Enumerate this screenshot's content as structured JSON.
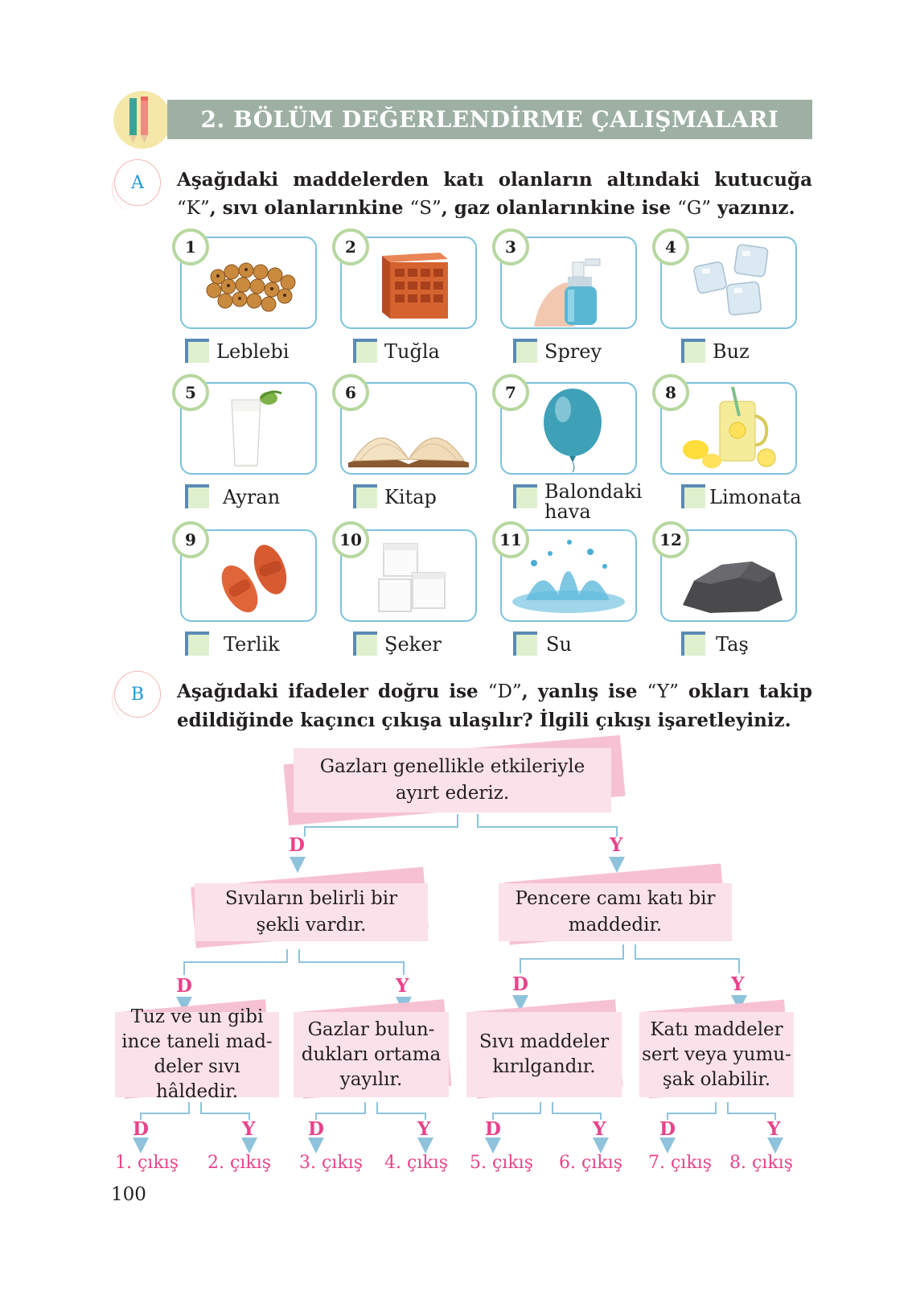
{
  "header": {
    "title": "2. BÖLÜM DEĞERLENDİRME ÇALIŞMALARI",
    "icon": "pencils-icon"
  },
  "section_a": {
    "letter": "A",
    "instruction_parts": [
      "Aşağıdaki maddelerden katı olanların altındaki kutucuğa ",
      "“K”",
      ", sıvı olanlarınkine ",
      "“S”",
      ", gaz olanlarınkine ise ",
      "“G”",
      " yazınız."
    ],
    "items": [
      {
        "number": "1",
        "label": "Leblebi",
        "image": "roasted-chickpeas-image"
      },
      {
        "number": "2",
        "label": "Tuğla",
        "image": "brick-image"
      },
      {
        "number": "3",
        "label": "Sprey",
        "image": "spray-bottle-image"
      },
      {
        "number": "4",
        "label": "Buz",
        "image": "ice-cubes-image"
      },
      {
        "number": "5",
        "label": "Ayran",
        "image": "ayran-glass-image"
      },
      {
        "number": "6",
        "label": "Kitap",
        "image": "open-book-image"
      },
      {
        "number": "7",
        "label": "Balondaki hava",
        "label_line1": "Balondaki",
        "label_line2": "hava",
        "image": "balloon-image"
      },
      {
        "number": "8",
        "label": "Limonata",
        "image": "lemonade-image"
      },
      {
        "number": "9",
        "label": "Terlik",
        "image": "slippers-image"
      },
      {
        "number": "10",
        "label": "Şeker",
        "image": "sugar-cubes-image"
      },
      {
        "number": "11",
        "label": "Su",
        "image": "water-splash-image"
      },
      {
        "number": "12",
        "label": "Taş",
        "image": "stone-image"
      }
    ]
  },
  "section_b": {
    "letter": "B",
    "instruction_parts": [
      "Aşağıdaki ifadeler doğru ise ",
      "“D”",
      ", yanlış ise ",
      "“Y”",
      " okları takip edildiğinde kaçıncı çıkışa ulaşılır? İlgili çıkışı işaretleyiniz."
    ],
    "tree": {
      "root": "Gazları genellikle etkileriyle ayırt ederiz.",
      "level2": [
        "Sıvıların belirli bir şekli vardır.",
        "Pencere camı katı bir maddedir."
      ],
      "level3": [
        "Tuz ve un gibi ince taneli maddeler sıvı hâldedir.",
        "Gazlar bulundukları ortama yayılır.",
        "Sıvı maddeler kırılgandır.",
        "Katı maddeler sert veya yumuşak olabilir."
      ],
      "level3_lines": [
        [
          "Tuz ve un gibi",
          "ince taneli mad-",
          "deler sıvı hâldedir."
        ],
        [
          "Gazlar bulun-",
          "dukları ortama",
          "yayılır."
        ],
        [
          "Sıvı maddeler",
          "kırılgandır."
        ],
        [
          "Katı maddeler",
          "sert veya yumu-",
          "şak olabilir."
        ]
      ],
      "true_label": "D",
      "false_label": "Y",
      "exits": [
        "1. çıkış",
        "2. çıkış",
        "3. çıkış",
        "4. çıkış",
        "5. çıkış",
        "6. çıkış",
        "7. çıkış",
        "8. çıkış"
      ]
    }
  },
  "page_number": "100",
  "colors": {
    "header_bar": "#9db0a3",
    "pink": "#e8438a",
    "box_fill": "#fbe1ea",
    "arrow_blue": "#8fc3dc",
    "card_border": "#7cc2de"
  }
}
